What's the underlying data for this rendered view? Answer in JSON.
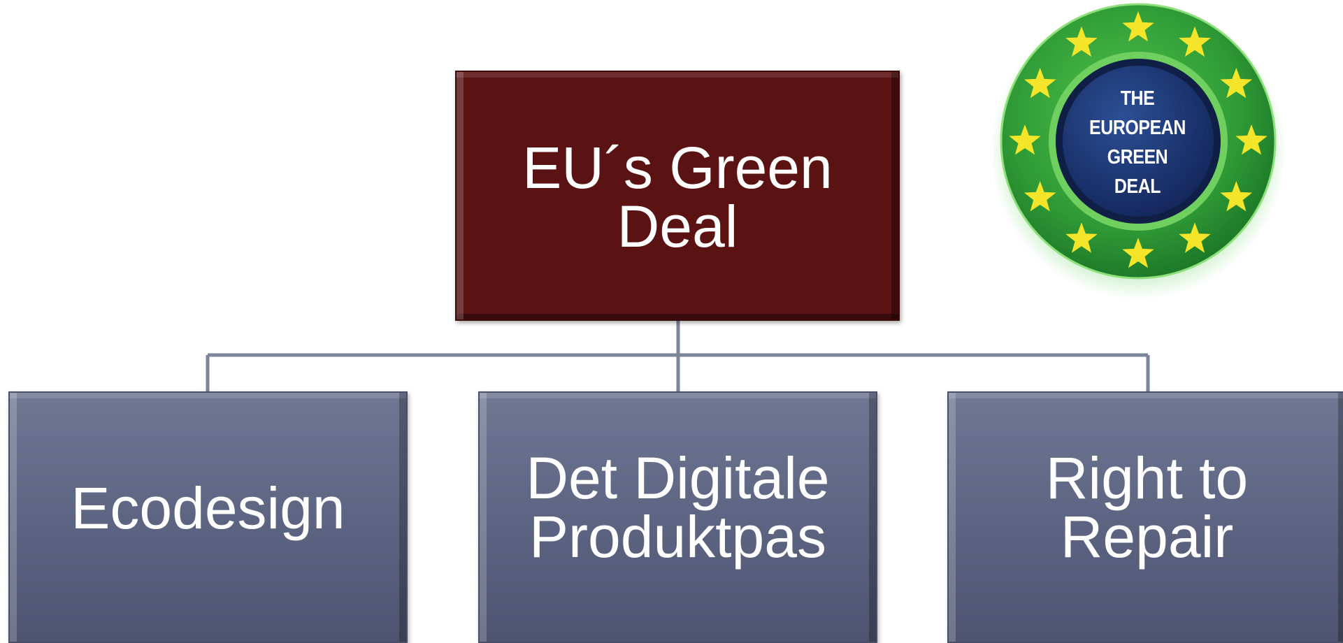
{
  "root": {
    "label": "EU´s Green\nDeal",
    "color": "#5a1213"
  },
  "children": [
    {
      "label": "Ecodesign"
    },
    {
      "label": "Det Digitale\nProduktpas"
    },
    {
      "label": "Right to\nRepair"
    }
  ],
  "connector_color": "#7d8599",
  "badge": {
    "icon": "european-green-deal-seal",
    "text": "THE\nEUROPEAN\nGREEN\nDEAL",
    "colors": {
      "ring": "#2f9a36",
      "center": "#1d3a78",
      "stars": "#f5e52a"
    }
  }
}
